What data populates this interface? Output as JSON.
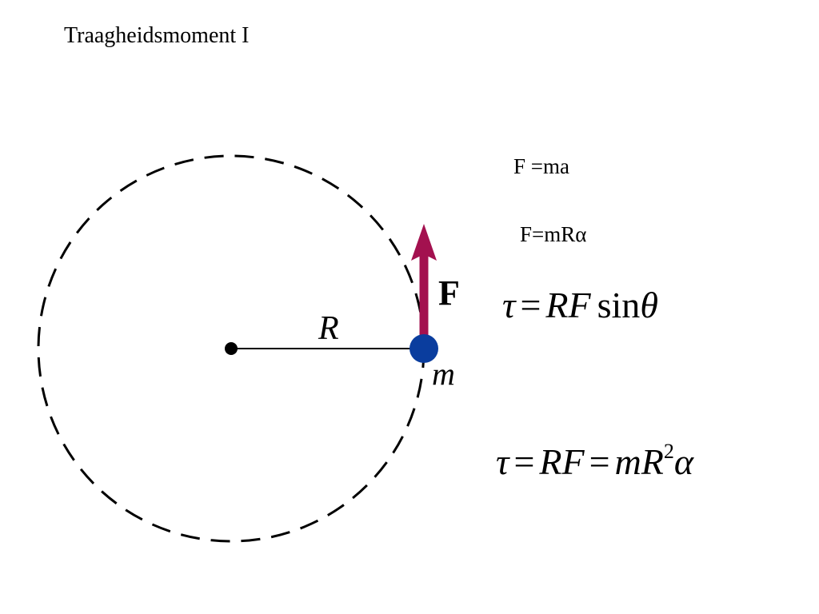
{
  "title": "Traagheidsmoment I",
  "diagram": {
    "radius_label": "R",
    "force_label": "F",
    "mass_label": "m",
    "colors": {
      "force_arrow": "#a3114f",
      "mass": "#0a3d9e",
      "circle": "#000000"
    }
  },
  "equations": {
    "f_ma": "F =ma",
    "f_mra_prefix": "F=mR",
    "f_mra_alpha": "α",
    "torque_sin": {
      "tau": "τ",
      "eq": "=",
      "rf": "RF",
      "sin": "sin",
      "theta": "θ"
    },
    "torque_full": {
      "tau": "τ",
      "eq1": "=",
      "rf": "RF",
      "eq2": "=",
      "mr": "mR",
      "exp": "2",
      "alpha": "α"
    }
  }
}
